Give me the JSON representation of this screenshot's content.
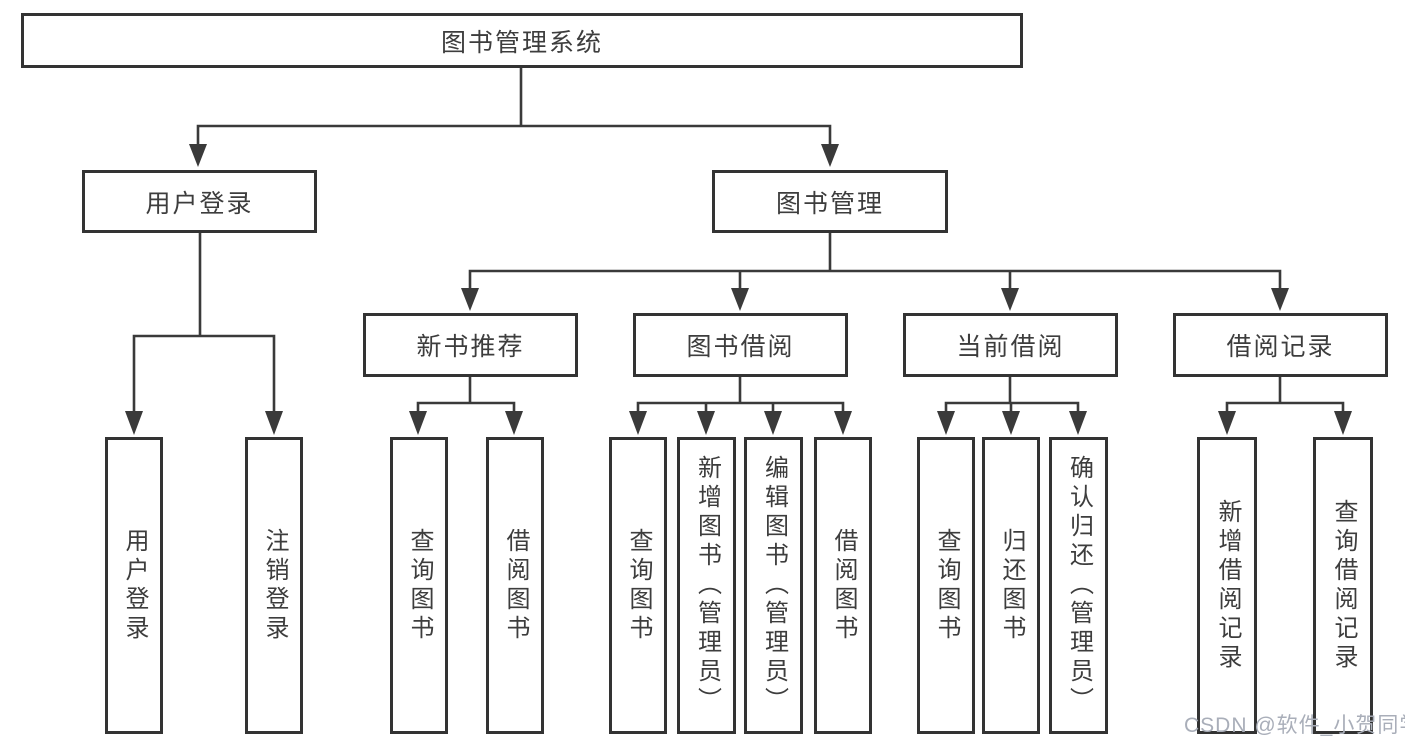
{
  "tree": {
    "root": {
      "label": "图书管理系统"
    },
    "branches": [
      {
        "label": "用户登录",
        "children": [
          {
            "label": "用户登录"
          },
          {
            "label": "注销登录"
          }
        ]
      },
      {
        "label": "图书管理",
        "children": [
          {
            "label": "新书推荐",
            "children": [
              {
                "label": "查询图书"
              },
              {
                "label": "借阅图书"
              }
            ]
          },
          {
            "label": "图书借阅",
            "children": [
              {
                "label": "查询图书"
              },
              {
                "label": "新增图书（管理员）"
              },
              {
                "label": "编辑图书（管理员）"
              },
              {
                "label": "借阅图书"
              }
            ]
          },
          {
            "label": "当前借阅",
            "children": [
              {
                "label": "查询图书"
              },
              {
                "label": "归还图书"
              },
              {
                "label": "确认归还（管理员）"
              }
            ]
          },
          {
            "label": "借阅记录",
            "children": [
              {
                "label": "新增借阅记录"
              },
              {
                "label": "查询借阅记录"
              }
            ]
          }
        ]
      }
    ]
  },
  "watermark": {
    "text": "CSDN @软件_小贺同学",
    "color": "#a9aeb9"
  },
  "colors": {
    "line": "#3a3a3a",
    "box_border": "#333333",
    "text": "#3d3d3d",
    "background": "#ffffff"
  }
}
